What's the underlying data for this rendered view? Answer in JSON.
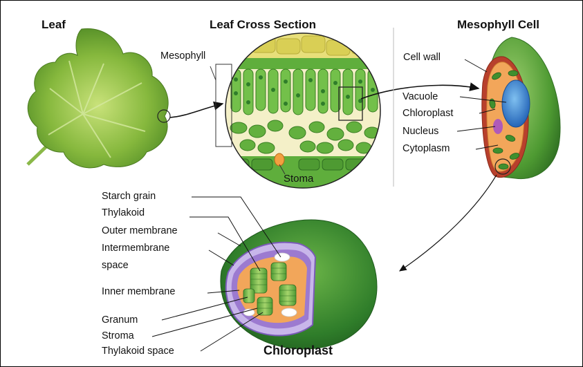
{
  "headings": {
    "leaf": "Leaf",
    "cross_section": "Leaf Cross Section",
    "mesophyll_cell": "Mesophyll Cell",
    "chloroplast": "Chloroplast"
  },
  "cross_section_labels": {
    "mesophyll": "Mesophyll",
    "stoma": "Stoma"
  },
  "cell_labels": [
    "Cell wall",
    "Vacuole",
    "Chloroplast",
    "Nucleus",
    "Cytoplasm"
  ],
  "chloroplast_labels": [
    "Starch grain",
    "Thylakoid",
    "Outer membrane",
    "Intermembrane",
    "space",
    "Inner membrane",
    "Granum",
    "Stroma",
    "Thylakoid space"
  ],
  "colors": {
    "leaf_green": "#7fb23a",
    "chloroplast_green": "#3f8f2e",
    "cytoplasm_orange": "#f2a65a",
    "vacuole_blue": "#3f7fd0",
    "nucleus_purple": "#b05ab8",
    "inner_purple": "#9c7ad0",
    "cell_wall_red": "#b8402c",
    "epidermis_yellow": "#e8df7a"
  }
}
